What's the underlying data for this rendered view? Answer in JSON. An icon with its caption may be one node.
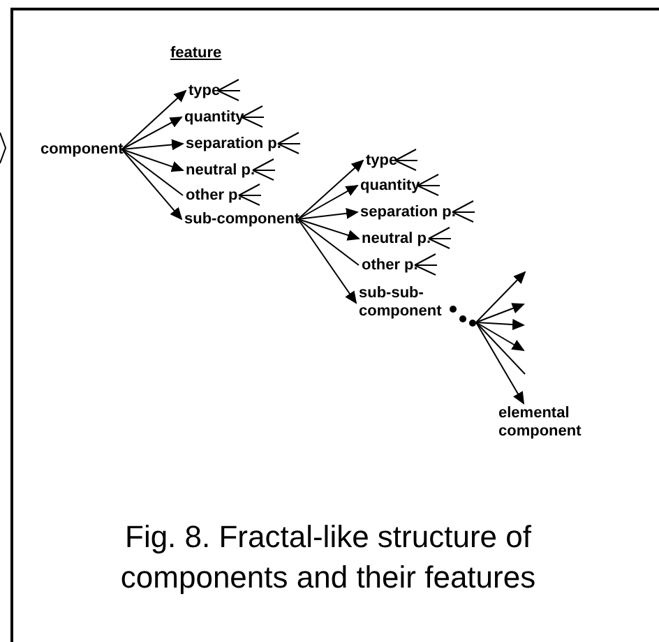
{
  "diagram": {
    "caption": "Fig. 8. Fractal-like structure of components and their features",
    "nodes": [
      {
        "text": [
          "component"
        ]
      },
      {
        "text": [
          "type"
        ]
      },
      {
        "text": [
          "quantity"
        ]
      },
      {
        "text": [
          "separation p."
        ]
      },
      {
        "text": [
          "neutral p."
        ]
      },
      {
        "text": [
          "other p."
        ]
      },
      {
        "text": [
          "sub-component"
        ]
      },
      {
        "text": [
          "type"
        ]
      },
      {
        "text": [
          "quantity"
        ]
      },
      {
        "text": [
          "separation p."
        ]
      },
      {
        "text": [
          "neutral p."
        ]
      },
      {
        "text": [
          "other p."
        ]
      },
      {
        "text": [
          "sub-sub-component"
        ]
      },
      {
        "text": [],
        "shape": "circle"
      },
      {
        "text": [
          "elemental component"
        ]
      }
    ],
    "edges": [
      {
        "from": 0,
        "to": 1,
        "arrow": "to"
      },
      {
        "from": 0,
        "to": 2,
        "arrow": "to"
      },
      {
        "from": 0,
        "to": 3,
        "arrow": "to"
      },
      {
        "from": 0,
        "to": 4,
        "arrow": "to"
      },
      {
        "from": 0,
        "to": 5,
        "arrow": "none"
      },
      {
        "from": 0,
        "to": 6,
        "arrow": "to"
      },
      {
        "from": 6,
        "to": 7,
        "arrow": "to"
      },
      {
        "from": 6,
        "to": 8,
        "arrow": "to"
      },
      {
        "from": 6,
        "to": 9,
        "arrow": "to"
      },
      {
        "from": 6,
        "to": 10,
        "arrow": "to"
      },
      {
        "from": 6,
        "to": 11,
        "arrow": "none"
      },
      {
        "from": 6,
        "to": 12,
        "arrow": "to"
      },
      {
        "from": 13,
        "to": null,
        "arrow": "to"
      },
      {
        "from": 13,
        "to": null,
        "arrow": "to"
      },
      {
        "from": 13,
        "to": null,
        "arrow": "to"
      },
      {
        "from": 13,
        "to": null,
        "arrow": "to"
      },
      {
        "from": 13,
        "to": null,
        "arrow": "none"
      },
      {
        "from": 13,
        "to": 14,
        "arrow": "to"
      }
    ],
    "labels": [
      "feature"
    ]
  }
}
